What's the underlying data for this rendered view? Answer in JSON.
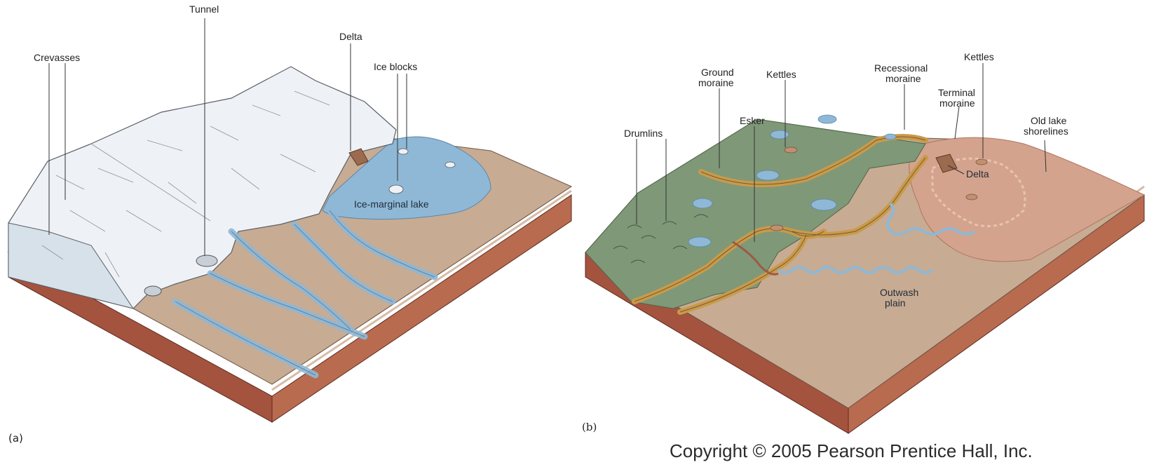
{
  "panel_a": {
    "tag": "(a)",
    "labels": {
      "crevasses": "Crevasses",
      "tunnel": "Tunnel",
      "delta": "Delta",
      "ice_blocks": "Ice blocks",
      "ice_marginal_lake": "Ice-marginal lake"
    }
  },
  "panel_b": {
    "tag": "(b)",
    "labels": {
      "drumlins": "Drumlins",
      "ground_moraine_1": "Ground",
      "ground_moraine_2": "moraine",
      "kettles_left": "Kettles",
      "esker": "Esker",
      "recessional_moraine_1": "Recessional",
      "recessional_moraine_2": "moraine",
      "kettles_right": "Kettles",
      "terminal_moraine_1": "Terminal",
      "terminal_moraine_2": "moraine",
      "old_lake_shorelines_1": "Old lake",
      "old_lake_shorelines_2": "shorelines",
      "delta": "Delta",
      "outwash_plain_1": "Outwash",
      "outwash_plain_2": "plain"
    }
  },
  "copyright": "Copyright © 2005 Pearson Prentice Hall, Inc.",
  "colors": {
    "ice": "#eef2f6",
    "water": "#8fb8d6",
    "ground_tan": "#c7ab92",
    "ground_green": "#7f9878",
    "block_side": "#a0523f",
    "moraine": "#c99a4a"
  }
}
